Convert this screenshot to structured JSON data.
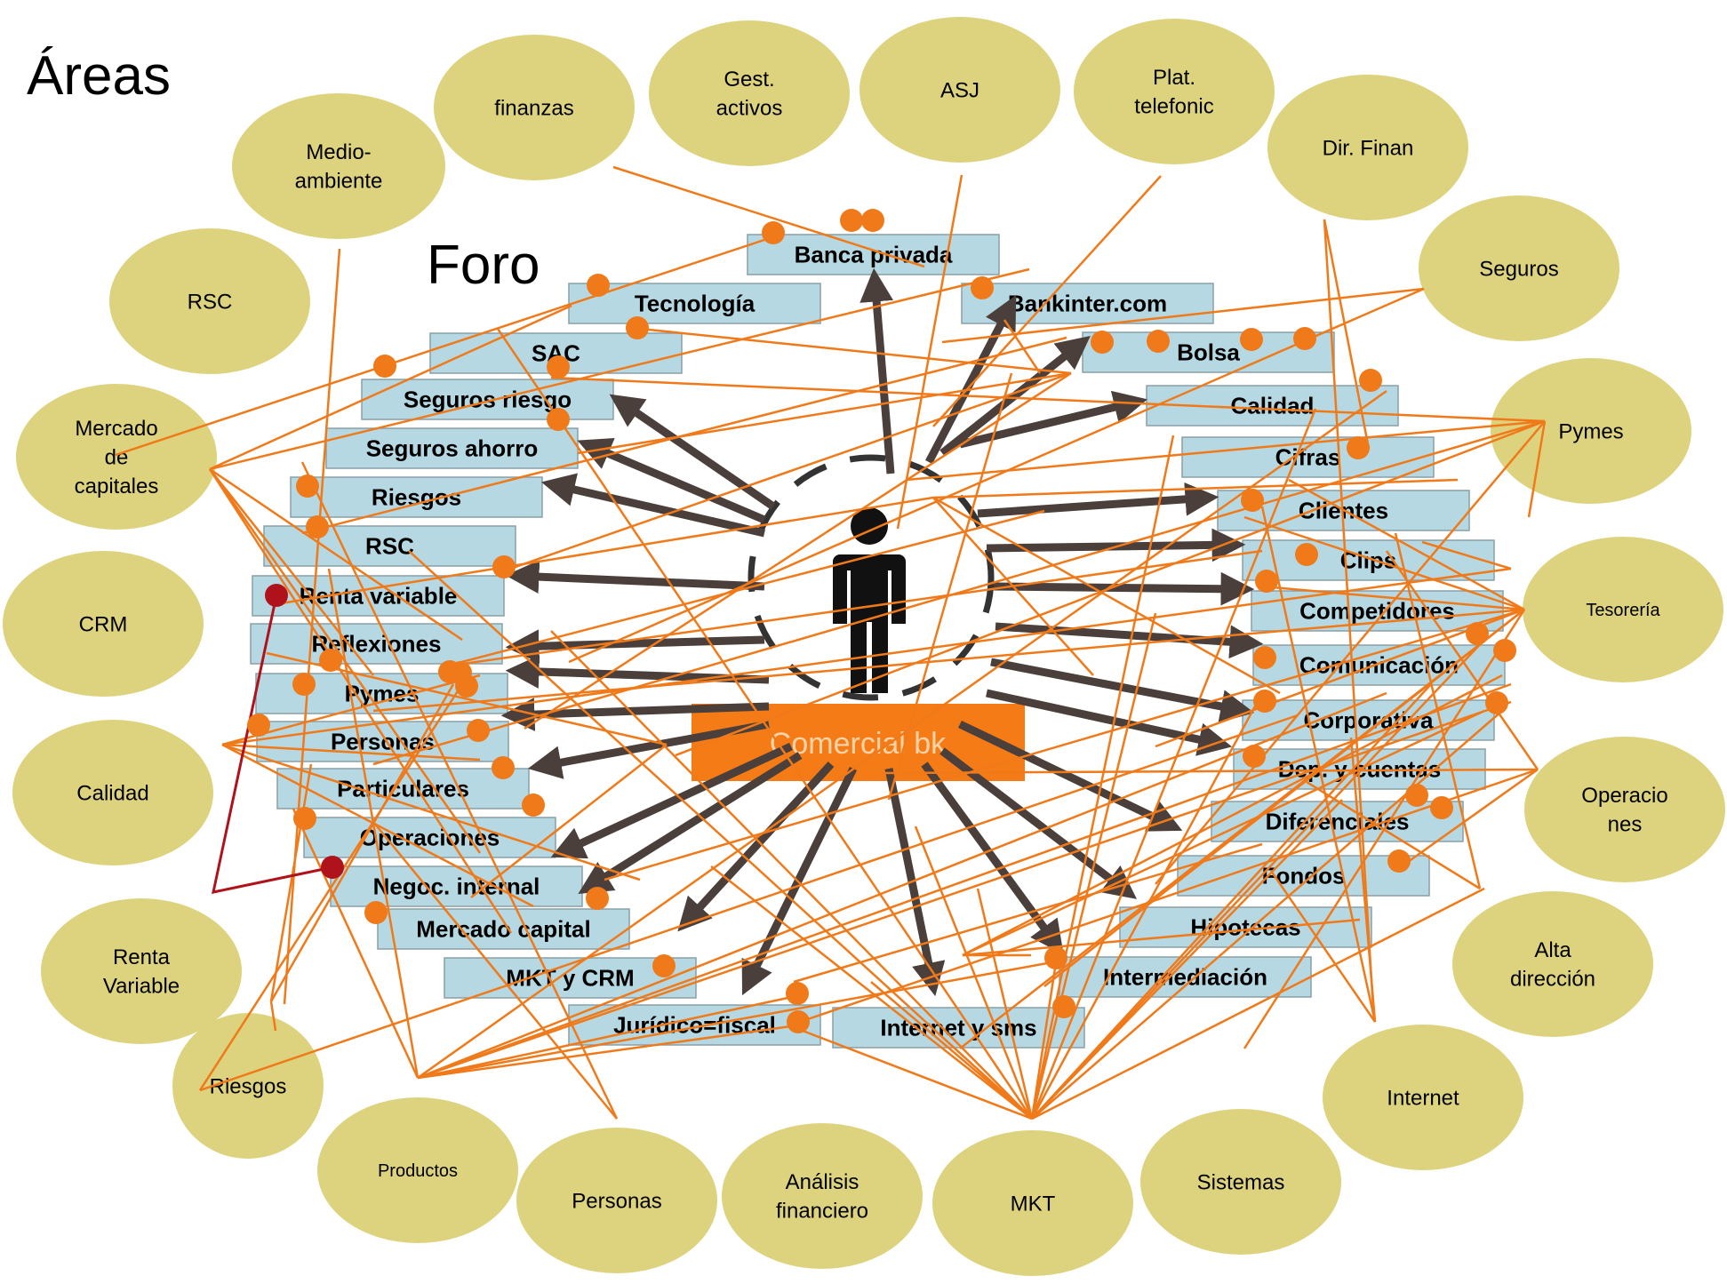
{
  "headings": {
    "areas": "Áreas",
    "forum": "Foro"
  },
  "center": {
    "label": "Comercial bk"
  },
  "colors": {
    "area_fill": "#ddd37e",
    "forum_fill": "#b5d8e2",
    "forum_border": "#8a9fa6",
    "link": "#f07a1a",
    "dot": "#f07a1a",
    "arrow": "#4a3f3a",
    "center_box": "#f47b16",
    "red_link": "#b0121b"
  },
  "areas": [
    [
      "finanzas"
    ],
    [
      "Gest.",
      "activos"
    ],
    [
      "ASJ"
    ],
    [
      "Plat.",
      "telefonic"
    ],
    [
      "Dir. Finan"
    ],
    [
      "Medio-",
      "ambiente"
    ],
    [
      "RSC"
    ],
    [
      "Seguros"
    ],
    [
      "Mercado",
      "de",
      "capitales"
    ],
    [
      "Pymes"
    ],
    [
      "CRM"
    ],
    [
      "Tesorería"
    ],
    [
      "Calidad"
    ],
    [
      "Operacio",
      "nes"
    ],
    [
      "Renta",
      "Variable"
    ],
    [
      "Alta",
      "dirección"
    ],
    [
      "Riesgos"
    ],
    [
      "Internet"
    ],
    [
      "Productos"
    ],
    [
      "Personas"
    ],
    [
      "Análisis",
      "financiero"
    ],
    [
      "MKT"
    ],
    [
      "Sistemas"
    ]
  ],
  "forums": [
    "Banca privada",
    "Tecnología",
    "SAC",
    "Seguros  riesgo",
    "Seguros  ahorro",
    "Riesgos",
    "RSC",
    "Renta variable",
    "Reflexiones",
    "Pymes",
    "Personas",
    "Particulares",
    "Operaciones",
    "Negoc. internal",
    "Mercado capital",
    "MKT y CRM",
    "Jurídico=fiscal",
    "Bankinter.com",
    "Bolsa",
    "Calidad",
    "Cifras",
    "Clientes",
    "Clips",
    "Competidores",
    "Comunicación",
    "Corporativa",
    "Dep. y cuentas",
    "Diferenciales",
    "Fondos",
    "Hipotecas",
    "Intermediación",
    "Internet y sms"
  ]
}
